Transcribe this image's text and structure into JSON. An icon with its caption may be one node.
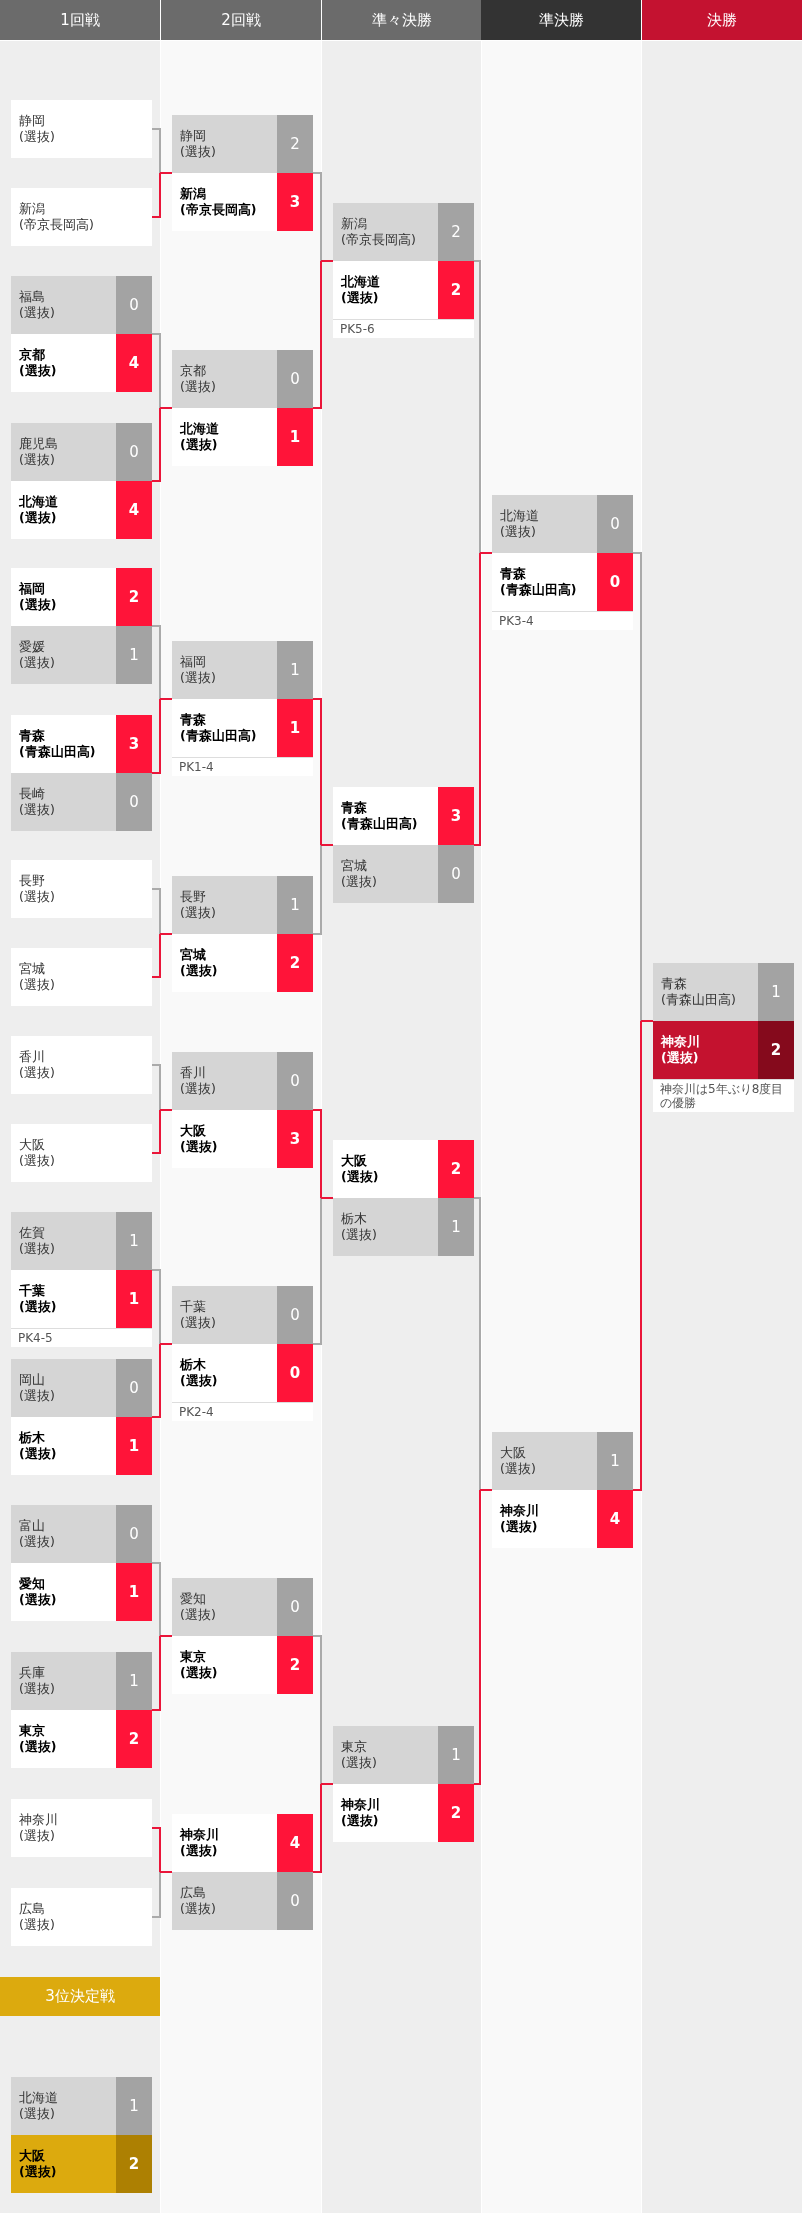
{
  "diagram": {
    "nodes": [
      {
        "text": [
          "1回戦"
        ]
      },
      {
        "text": [
          "2回戦"
        ]
      },
      {
        "text": [
          "準々決勝"
        ]
      },
      {
        "text": [
          "準決勝"
        ]
      },
      {
        "text": [
          "決勝"
        ]
      },
      {
        "text": [
          "静岡 (選抜)"
        ]
      },
      {
        "text": [
          "新潟 (帝京長岡高)"
        ]
      },
      {
        "text": [
          "福島 (選抜)",
          "0"
        ]
      },
      {
        "text": [
          "京都 (選抜)",
          "4"
        ]
      },
      {
        "text": [
          "鹿児島 (選抜)",
          "0"
        ]
      },
      {
        "text": [
          "北海道 (選抜)",
          "4"
        ]
      },
      {
        "text": [
          "福岡 (選抜)",
          "2"
        ]
      },
      {
        "text": [
          "愛媛 (選抜)",
          "1"
        ]
      },
      {
        "text": [
          "青森 (青森山田高)",
          "3"
        ]
      },
      {
        "text": [
          "長崎 (選抜)",
          "0"
        ]
      },
      {
        "text": [
          "長野 (選抜)"
        ]
      },
      {
        "text": [
          "宮城 (選抜)"
        ]
      },
      {
        "text": [
          "香川 (選抜)"
        ]
      },
      {
        "text": [
          "大阪 (選抜)"
        ]
      },
      {
        "text": [
          "佐賀 (選抜)",
          "1"
        ]
      },
      {
        "text": [
          "千葉 (選抜)",
          "1"
        ],
        "beside": [
          "PK4-5"
        ]
      },
      {
        "text": [
          "岡山 (選抜)",
          "0"
        ]
      },
      {
        "text": [
          "栃木 (選抜)",
          "1"
        ]
      },
      {
        "text": [
          "富山 (選抜)",
          "0"
        ]
      },
      {
        "text": [
          "愛知 (選抜)",
          "1"
        ]
      },
      {
        "text": [
          "兵庫 (選抜)",
          "1"
        ]
      },
      {
        "text": [
          "東京 (選抜)",
          "2"
        ]
      },
      {
        "text": [
          "神奈川 (選抜)"
        ]
      },
      {
        "text": [
          "広島 (選抜)"
        ]
      },
      {
        "text": [
          "静岡 (選抜)",
          "2"
        ]
      },
      {
        "text": [
          "新潟 (帝京長岡高)",
          "3"
        ]
      },
      {
        "text": [
          "京都 (選抜)",
          "0"
        ]
      },
      {
        "text": [
          "北海道 (選抜)",
          "1"
        ]
      },
      {
        "text": [
          "福岡 (選抜)",
          "1"
        ]
      },
      {
        "text": [
          "青森 (青森山田高)",
          "1"
        ],
        "beside": [
          "PK1-4"
        ]
      },
      {
        "text": [
          "長野 (選抜)",
          "1"
        ]
      },
      {
        "text": [
          "宮城 (選抜)",
          "2"
        ]
      },
      {
        "text": [
          "香川 (選抜)",
          "0"
        ]
      },
      {
        "text": [
          "大阪 (選抜)",
          "3"
        ]
      },
      {
        "text": [
          "千葉 (選抜)",
          "0"
        ]
      },
      {
        "text": [
          "栃木 (選抜)",
          "0"
        ],
        "beside": [
          "PK2-4"
        ]
      },
      {
        "text": [
          "愛知 (選抜)",
          "0"
        ]
      },
      {
        "text": [
          "東京 (選抜)",
          "2"
        ]
      },
      {
        "text": [
          "神奈川 (選抜)",
          "4"
        ]
      },
      {
        "text": [
          "広島 (選抜)",
          "0"
        ]
      },
      {
        "text": [
          "新潟 (帝京長岡高)",
          "2"
        ]
      },
      {
        "text": [
          "北海道 (選抜)",
          "2"
        ],
        "beside": [
          "PK5-6"
        ]
      },
      {
        "text": [
          "青森 (青森山田高)",
          "3"
        ]
      },
      {
        "text": [
          "宮城 (選抜)",
          "0"
        ]
      },
      {
        "text": [
          "大阪 (選抜)",
          "2"
        ]
      },
      {
        "text": [
          "栃木 (選抜)",
          "1"
        ]
      },
      {
        "text": [
          "東京 (選抜)",
          "1"
        ]
      },
      {
        "text": [
          "神奈川 (選抜)",
          "2"
        ]
      },
      {
        "text": [
          "北海道 (選抜)",
          "0"
        ]
      },
      {
        "text": [
          "青森 (青森山田高)",
          "0"
        ],
        "beside": [
          "PK3-4"
        ]
      },
      {
        "text": [
          "大阪 (選抜)",
          "1"
        ]
      },
      {
        "text": [
          "神奈川 (選抜)",
          "4"
        ]
      },
      {
        "text": [
          "青森 (青森山田高)",
          "1"
        ]
      },
      {
        "text": [
          "神奈川 (選抜)",
          "2"
        ],
        "beside": [
          "神奈川は5年ぶり8度目の優勝"
        ]
      },
      {
        "text": [
          "3位決定戦"
        ]
      },
      {
        "text": [
          "北海道 (選抜)",
          "1"
        ]
      },
      {
        "text": [
          "大阪 (選抜)",
          "2"
        ]
      }
    ],
    "edges": [
      {
        "from": 5,
        "to": 29,
        "arrow": "none",
        "color": "#aaaaaa"
      },
      {
        "from": 6,
        "to": 30,
        "arrow": "none",
        "color": "#ea1539"
      },
      {
        "from": 8,
        "to": 31,
        "arrow": "none",
        "color": "#aaaaaa"
      },
      {
        "from": 10,
        "to": 32,
        "arrow": "none",
        "color": "#ea1539"
      },
      {
        "from": 11,
        "to": 33,
        "arrow": "none",
        "color": "#aaaaaa"
      },
      {
        "from": 13,
        "to": 34,
        "arrow": "none",
        "color": "#ea1539"
      },
      {
        "from": 15,
        "to": 35,
        "arrow": "none",
        "color": "#aaaaaa"
      },
      {
        "from": 16,
        "to": 36,
        "arrow": "none",
        "color": "#ea1539"
      },
      {
        "from": 17,
        "to": 37,
        "arrow": "none",
        "color": "#aaaaaa"
      },
      {
        "from": 18,
        "to": 38,
        "arrow": "none",
        "color": "#ea1539"
      },
      {
        "from": 20,
        "to": 39,
        "arrow": "none",
        "color": "#aaaaaa"
      },
      {
        "from": 22,
        "to": 40,
        "arrow": "none",
        "color": "#ea1539"
      },
      {
        "from": 24,
        "to": 41,
        "arrow": "none",
        "color": "#aaaaaa"
      },
      {
        "from": 26,
        "to": 42,
        "arrow": "none",
        "color": "#ea1539"
      },
      {
        "from": 27,
        "to": 43,
        "arrow": "none",
        "color": "#ea1539"
      },
      {
        "from": 28,
        "to": 44,
        "arrow": "none",
        "color": "#aaaaaa"
      },
      {
        "from": 30,
        "to": 45,
        "arrow": "none",
        "color": "#aaaaaa"
      },
      {
        "from": 32,
        "to": 46,
        "arrow": "none",
        "color": "#ea1539"
      },
      {
        "from": 34,
        "to": 47,
        "arrow": "none",
        "color": "#ea1539"
      },
      {
        "from": 36,
        "to": 48,
        "arrow": "none",
        "color": "#aaaaaa"
      },
      {
        "from": 38,
        "to": 49,
        "arrow": "none",
        "color": "#ea1539"
      },
      {
        "from": 40,
        "to": 50,
        "arrow": "none",
        "color": "#aaaaaa"
      },
      {
        "from": 42,
        "to": 51,
        "arrow": "none",
        "color": "#aaaaaa"
      },
      {
        "from": 43,
        "to": 52,
        "arrow": "none",
        "color": "#ea1539"
      },
      {
        "from": 46,
        "to": 53,
        "arrow": "none",
        "color": "#aaaaaa"
      },
      {
        "from": 47,
        "to": 54,
        "arrow": "none",
        "color": "#ea1539"
      },
      {
        "from": 49,
        "to": 55,
        "arrow": "none",
        "color": "#aaaaaa"
      },
      {
        "from": 52,
        "to": 56,
        "arrow": "none",
        "color": "#ea1539"
      },
      {
        "from": 54,
        "to": 57,
        "arrow": "none",
        "color": "#aaaaaa"
      },
      {
        "from": 56,
        "to": 58,
        "arrow": "none",
        "color": "#ea1539"
      }
    ]
  }
}
